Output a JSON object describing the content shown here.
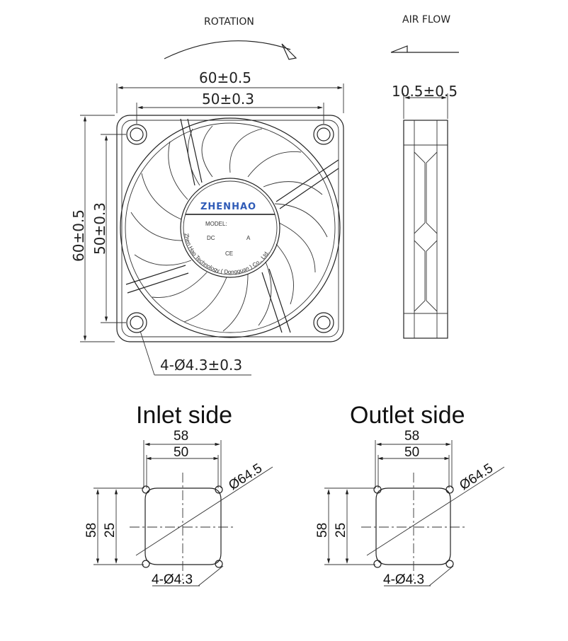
{
  "top": {
    "rotation_label": "ROTATION",
    "airflow_label": "AIR FLOW",
    "width_outer": "60±0.5",
    "width_holes": "50±0.3",
    "height_outer": "60±0.5",
    "height_holes": "50±0.3",
    "thickness": "10.5±0.5",
    "hole_spec": "4-Ø4.3±0.3"
  },
  "hub": {
    "brand": "ZHENHAO",
    "model_label": "MODEL:",
    "dc_label": "DC",
    "a_label": "A",
    "ce_label": "CE",
    "company": "Zhen Hao Technology ( Dongguan ) Co., Ltd."
  },
  "inlet": {
    "title": "Inlet side",
    "w_outer": "58",
    "w_inner": "50",
    "h_outer": "58",
    "h_inner": "25",
    "diameter": "Ø64.5",
    "holes": "4-Ø4.3"
  },
  "outlet": {
    "title": "Outlet side",
    "w_outer": "58",
    "w_inner": "50",
    "h_outer": "58",
    "h_inner": "25",
    "diameter": "Ø64.5",
    "holes": "4-Ø4.3"
  }
}
